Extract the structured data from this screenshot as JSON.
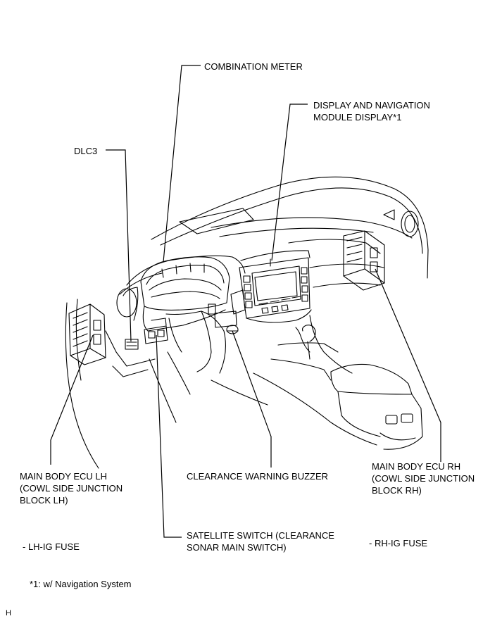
{
  "labels": {
    "combination_meter": "COMBINATION METER",
    "display_nav_line1": "DISPLAY AND NAVIGATION",
    "display_nav_line2": "MODULE DISPLAY*1",
    "dlc3": "DLC3",
    "main_body_ecu_lh_line1": "MAIN BODY ECU LH",
    "main_body_ecu_lh_line2": "(COWL SIDE JUNCTION",
    "main_body_ecu_lh_line3": "BLOCK LH)",
    "clearance_warning_buzzer": "CLEARANCE WARNING BUZZER",
    "main_body_ecu_rh_line1": "MAIN BODY ECU RH",
    "main_body_ecu_rh_line2": "(COWL SIDE JUNCTION",
    "main_body_ecu_rh_line3": "BLOCK RH)",
    "satellite_switch_line1": "SATELLITE SWITCH (CLEARANCE",
    "satellite_switch_line2": "SONAR MAIN SWITCH)",
    "lh_ig_fuse": "- LH-IG FUSE",
    "rh_ig_fuse": "- RH-IG FUSE"
  },
  "footnote": "*1: w/ Navigation System",
  "corner_mark": "H"
}
